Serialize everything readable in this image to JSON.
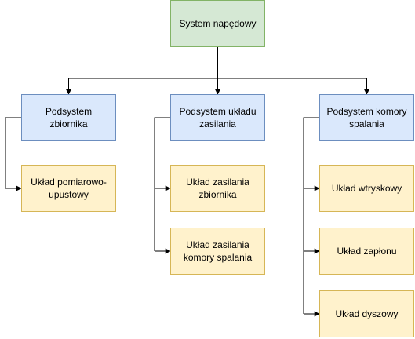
{
  "root": {
    "label": "System napędowy"
  },
  "branches": [
    {
      "label": "Podsystem zbiornika",
      "children": [
        "Układ pomiarowo-upustowy"
      ]
    },
    {
      "label": "Podsystem układu zasilania",
      "children": [
        "Układ zasilania zbiornika",
        "Układ zasilania komory spalania"
      ]
    },
    {
      "label": "Podsystem komory spalania",
      "children": [
        "Układ wtryskowy",
        "Układ zapłonu",
        "Układ dyszowy"
      ]
    }
  ],
  "colors": {
    "root_fill": "#d5e8d4",
    "root_stroke": "#82b366",
    "branch_fill": "#dae8fc",
    "branch_stroke": "#6c8ebf",
    "leaf_fill": "#fff2cc",
    "leaf_stroke": "#d6b656",
    "connector": "#000000"
  }
}
